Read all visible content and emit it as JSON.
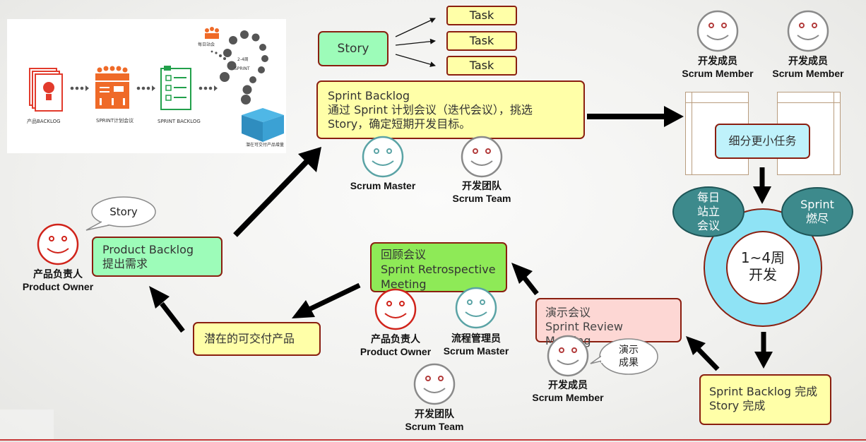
{
  "inset": {
    "daily": "每日站会",
    "weeks": "2-4周",
    "sprint": "SPRINT",
    "product_backlog": "产品BACKLOG",
    "sprint_meeting": "SPRINT计划会议",
    "sprint_backlog": "SPRINT BACKLOG",
    "increment": "潜在可交付产品增量"
  },
  "story_box": "Story",
  "tasks": [
    "Task",
    "Task",
    "Task"
  ],
  "sprint_backlog": {
    "title": "Sprint Backlog",
    "line1": "通过 Sprint 计划会议（迭代会议），挑选",
    "line2": "Story，确定短期开发目标。"
  },
  "people": {
    "scrum_master_top": "Scrum Master",
    "dev_team_top_cn": "开发团队",
    "dev_team_top_en": "Scrum Team",
    "member1_cn": "开发成员",
    "member1_en": "Scrum Member",
    "member2_cn": "开发成员",
    "member2_en": "Scrum Member",
    "po_left_cn": "产品负责人",
    "po_left_en": "Product Owner",
    "po_mid_cn": "产品负责人",
    "po_mid_en": "Product Owner",
    "sm_mid_cn": "流程管理员",
    "sm_mid_en": "Scrum Master",
    "team_bottom_cn": "开发团队",
    "team_bottom_en": "Scrum Team",
    "member_bottom_cn": "开发成员",
    "member_bottom_en": "Scrum Member"
  },
  "subtask_box": "细分更小任务",
  "daily_standup": [
    "每日",
    "站立",
    "会议"
  ],
  "burndown": [
    "Sprint",
    "燃尽"
  ],
  "cycle": [
    "1~4周",
    "开发"
  ],
  "done_box": [
    "Sprint Backlog 完成",
    "Story 完成"
  ],
  "review_box": [
    "演示会议",
    "Sprint Review Meeting"
  ],
  "demo_bubble": [
    "演示",
    "成果"
  ],
  "retro_box": [
    "回顾会议",
    "Sprint Retrospective",
    "Meeting"
  ],
  "product_box": "潜在的可交付产品",
  "product_backlog_box": [
    "Product Backlog",
    "提出需求"
  ],
  "story_bubble": "Story",
  "colors": {
    "border": "#8a1f10",
    "yellow": "#ffffa8",
    "mint": "#9dfcb9",
    "green": "#8eea57",
    "pink": "#fdd7d4",
    "cyan": "#8fe3f5",
    "teal": "#3d8a8c",
    "red_face": "#d0231a",
    "teal_face": "#5aa3a5",
    "grey_face": "#8a8a8a",
    "orange": "#ef6a28"
  }
}
